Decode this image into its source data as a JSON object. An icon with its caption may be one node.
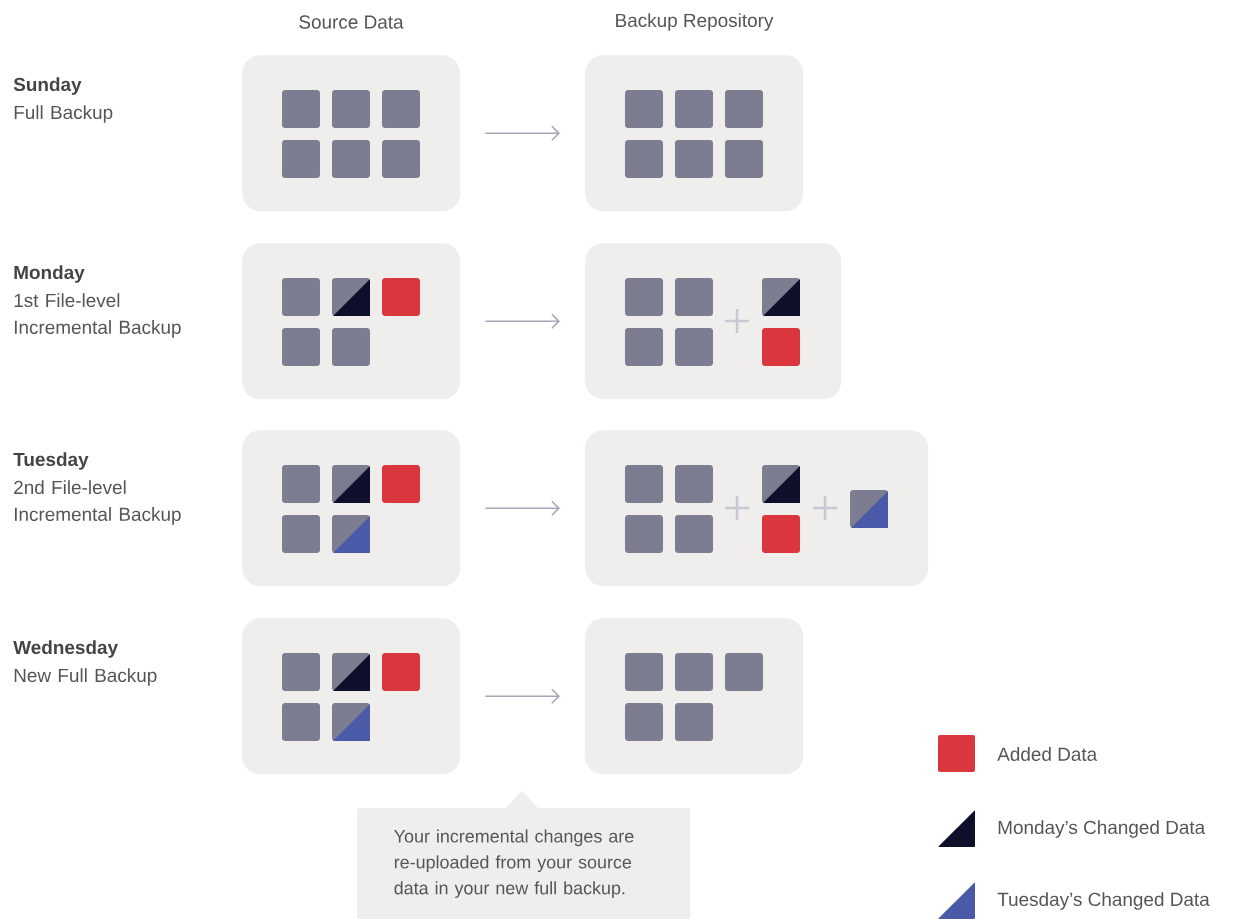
{
  "diagram": {
    "nodes": [
      {
        "text": [],
        "shape": "box"
      },
      {
        "text": [],
        "shape": "box"
      },
      {
        "text": [],
        "shape": "box"
      },
      {
        "text": [],
        "shape": "box"
      },
      {
        "text": [],
        "shape": "box"
      },
      {
        "text": [],
        "shape": "box"
      },
      {
        "text": [],
        "shape": "box"
      },
      {
        "text": [],
        "shape": "box"
      },
      {
        "text": [
          "Your incremental changes are re-uploaded from your source data in your new full backup."
        ]
      }
    ],
    "edges": [
      {
        "from": 0,
        "to": 1,
        "arrow": "to"
      },
      {
        "from": 2,
        "to": 3,
        "arrow": "to"
      },
      {
        "from": 4,
        "to": 5,
        "arrow": "to"
      },
      {
        "from": 6,
        "to": 7,
        "arrow": "to"
      }
    ],
    "labels": [
      "Source Data",
      "Backup Repository",
      "Sunday",
      "Full Backup",
      "Monday",
      "1st File-level Incremental Backup",
      "Tuesday",
      "2nd File-level Incremental Backup",
      "Wednesday",
      "New Full Backup"
    ],
    "legend": [
      {
        "text": "Added Data",
        "color": "#d9363e"
      },
      {
        "text": "Monday’s Changed Data"
      },
      {
        "text": "Tuesday’s Changed Data"
      }
    ]
  }
}
